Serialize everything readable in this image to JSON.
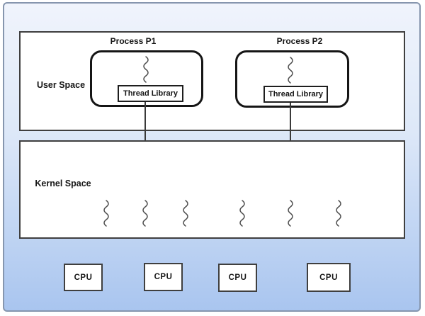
{
  "user_space": {
    "label": "User Space",
    "processes": [
      {
        "title": "Process P1",
        "library_label": "Thread Library"
      },
      {
        "title": "Process P2",
        "library_label": "Thread Library"
      }
    ]
  },
  "kernel_space": {
    "label": "Kernel Space",
    "kernel_thread_count": 6
  },
  "cpus": [
    {
      "label": "CPU"
    },
    {
      "label": "CPU"
    },
    {
      "label": "CPU"
    },
    {
      "label": "CPU"
    }
  ],
  "colors": {
    "background_top": "#f0f4fc",
    "background_bottom": "#a9c5ef",
    "frame_border": "#8696ae",
    "box_fill": "#ffffff",
    "box_border": "#3f3f3f",
    "process_border": "#151515",
    "connector": "#3a3a3a",
    "squiggle": "#4d4d4d",
    "text": "#161616"
  }
}
